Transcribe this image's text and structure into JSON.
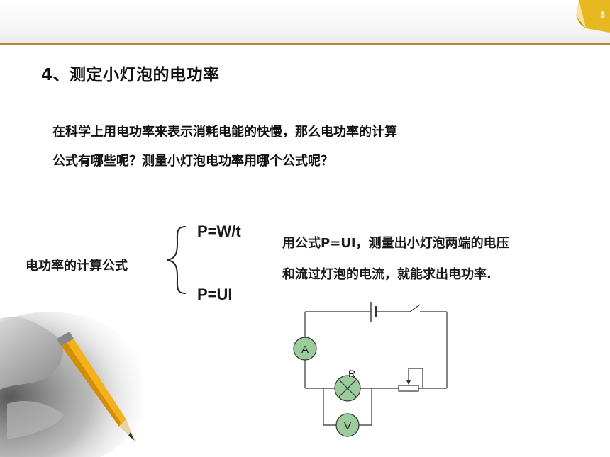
{
  "slide": {
    "page_number": "5",
    "title": "4、测定小灯泡的电功率",
    "paragraph_lines": [
      "在科学上用电功率来表示消耗电能的快慢，那么电功率的计算",
      "公式有哪些呢？测量小灯泡电功率用哪个公式呢？"
    ]
  },
  "formulas": {
    "label": "电功率的计算公式",
    "items": [
      "P=W/t",
      "P=UI"
    ]
  },
  "explanation_lines": [
    "用公式P=UI，测量出小灯泡两端的电压",
    "和流过灯泡的电流，就能求出电功率."
  ],
  "circuit": {
    "ammeter_label": "A",
    "voltmeter_label": "V",
    "resistor_label": "R",
    "meter_color": "#9ccc9c",
    "wire_color": "#333333"
  },
  "colors": {
    "accent": "#b08a2c",
    "corner": "#e8b820"
  }
}
